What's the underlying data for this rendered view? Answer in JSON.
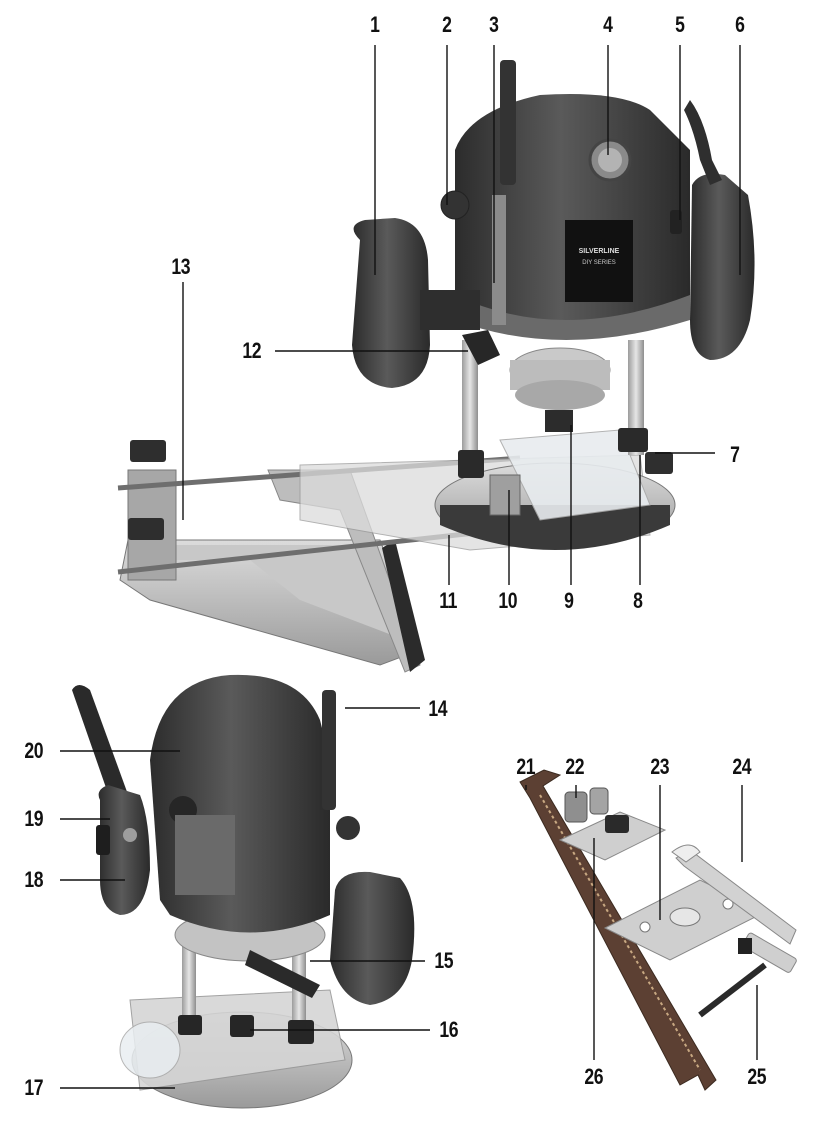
{
  "callouts": {
    "c1": "1",
    "c2": "2",
    "c3": "3",
    "c4": "4",
    "c5": "5",
    "c6": "6",
    "c7": "7",
    "c8": "8",
    "c9": "9",
    "c10": "10",
    "c11": "11",
    "c12": "12",
    "c13": "13",
    "c14": "14",
    "c15": "15",
    "c16": "16",
    "c17": "17",
    "c18": "18",
    "c19": "19",
    "c20": "20",
    "c21": "21",
    "c22": "22",
    "c23": "23",
    "c24": "24",
    "c25": "25",
    "c26": "26"
  },
  "logo": {
    "brand": "SILVERLINE",
    "series": "DIY SERIES"
  },
  "colors": {
    "housing": "#3a3a3a",
    "housing_light": "#5a5a5a",
    "metal": "#b9b9b9",
    "metal_dark": "#8a8a8a",
    "logo_red": "#c8102e"
  }
}
